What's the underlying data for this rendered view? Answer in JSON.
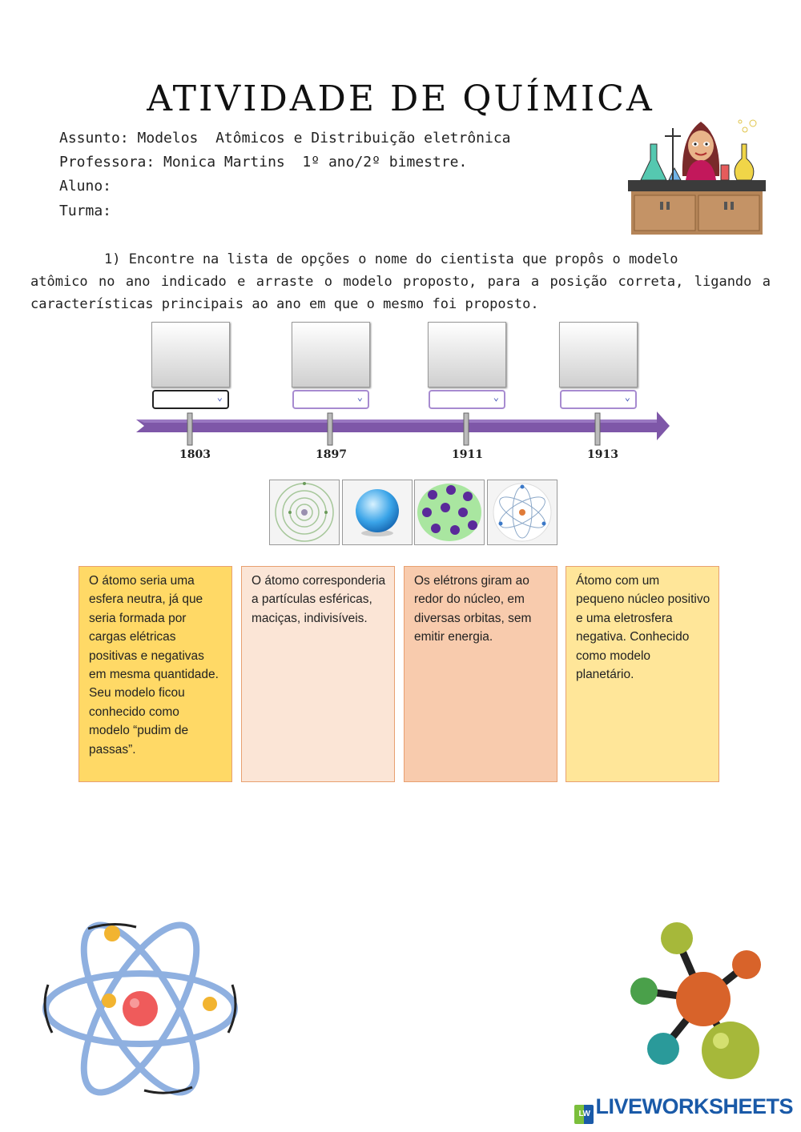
{
  "header": {
    "title": "ATIVIDADE DE QUÍMICA",
    "subject": "Assunto: Modelos  Atômicos e Distribuição eletrônica",
    "teacher": "Professora: Monica Martins  1º ano/2º bimestre.",
    "student": "Aluno:",
    "class": "Turma:"
  },
  "question": {
    "line1": "1) Encontre na lista de opções o nome do cientista que propôs o modelo",
    "rest": "atômico no ano indicado e arraste o modelo proposto, para a posição correta, ligando a características principais ao ano em que o mesmo foi proposto."
  },
  "timeline": {
    "years": [
      "1803",
      "1897",
      "1911",
      "1913"
    ]
  },
  "options": [
    {
      "name": "bohr-model-image"
    },
    {
      "name": "dalton-sphere-image"
    },
    {
      "name": "thomson-pudding-image"
    },
    {
      "name": "rutherford-model-image"
    }
  ],
  "cards": [
    {
      "text": "O átomo seria uma esfera neutra, já que seria formada por cargas elétricas positivas e negativas em mesma quantidade.  Seu modelo ficou conhecido como modelo “pudim de passas”.",
      "color": "#ffd966"
    },
    {
      "text": "O átomo corresponderia a partículas esféricas, maciças, indivisíveis.",
      "color": "#fbe5d6"
    },
    {
      "text": "Os elétrons giram ao redor do núcleo, em diversas orbitas, sem emitir energia.",
      "color": "#f8cbad"
    },
    {
      "text": "Átomo com um pequeno núcleo positivo e uma eletrosfera negativa. Conhecido como modelo planetário.",
      "color": "#ffe699"
    }
  ],
  "brand": {
    "badge": "LW",
    "text": "LIVEWORKSHEETS"
  }
}
